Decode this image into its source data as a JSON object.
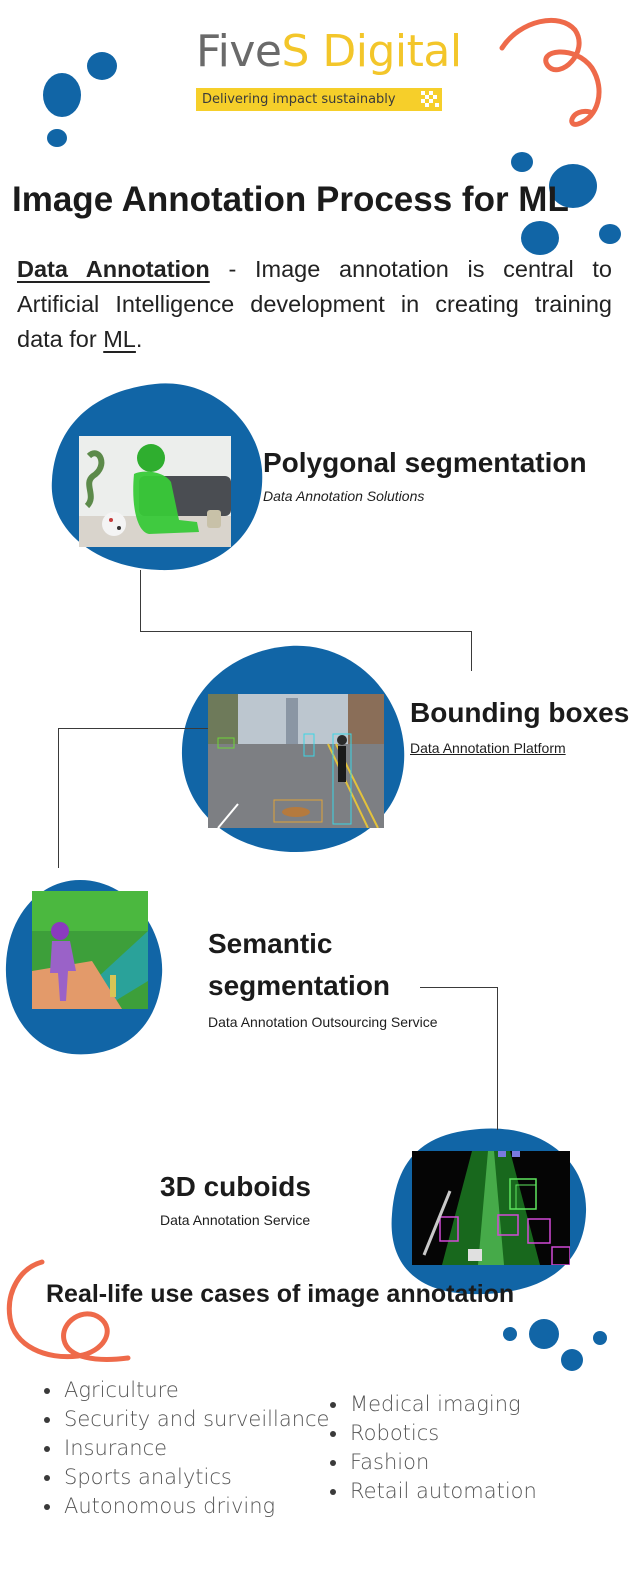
{
  "brand": {
    "name_part1": "Five",
    "name_part2": "S Digital",
    "tagline": "Delivering impact sustainably"
  },
  "title": "Image Annotation Process for ML",
  "intro": {
    "link_text": "Data Annotation",
    "body": " - Image annotation is central to Artificial Intelligence development in creating training data for ",
    "ml_link": "ML",
    "end": "."
  },
  "sections": [
    {
      "title": "Polygonal segmentation",
      "subtitle": "Data Annotation Solutions"
    },
    {
      "title": "Bounding boxes",
      "subtitle": "Data Annotation Platform"
    },
    {
      "title_line1": "Semantic",
      "title_line2": "segmentation",
      "subtitle": "Data Annotation Outsourcing Service"
    },
    {
      "title": "3D cuboids",
      "subtitle": "Data Annotation Service"
    }
  ],
  "use_cases": {
    "title": "Real-life use cases of image annotation",
    "left": [
      "Agriculture",
      "Security and surveillance",
      "Insurance",
      "Sports analytics",
      "Autonomous driving"
    ],
    "right": [
      "Medical imaging",
      "Robotics",
      "Fashion",
      "Retail automation"
    ]
  },
  "colors": {
    "blob_blue": "#1165a6",
    "accent_orange": "#ee6a4a",
    "brand_yellow": "#f3c62a"
  }
}
